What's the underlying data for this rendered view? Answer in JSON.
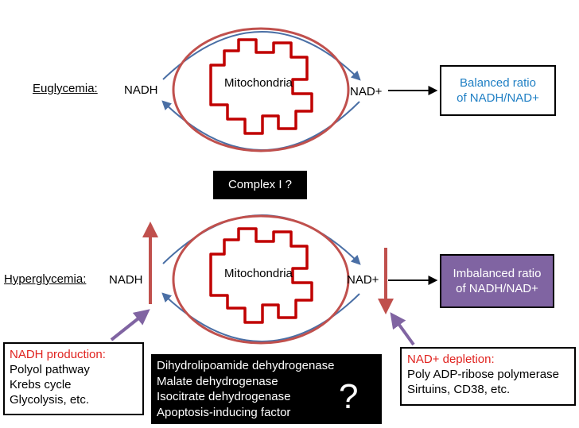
{
  "euglycemia": {
    "condition_label": "Euglycemia:",
    "nadh_label": "NADH",
    "nad_label": "NAD+",
    "mito_label": "Mitochondria",
    "result_line1": "Balanced ratio",
    "result_line2": "of NADH/NAD+"
  },
  "hyperglycemia": {
    "condition_label": "Hyperglycemia:",
    "nadh_label": "NADH",
    "nad_label": "NAD+",
    "mito_label": "Mitochondria",
    "complex_label": "Complex I ?",
    "result_line1": "Imbalanced ratio",
    "result_line2": "of NADH/NAD+",
    "nadh_production": {
      "title": "NADH production:",
      "items": [
        "Polyol pathway",
        "Krebs cycle",
        "Glycolysis, etc."
      ]
    },
    "nad_depletion": {
      "title": "NAD+ depletion:",
      "items": [
        "Poly ADP-ribose polymerase",
        "Sirtuins, CD38, etc."
      ]
    },
    "enzymes": {
      "items": [
        "Dihydrolipoamide dehydrogenase",
        "Malate dehydrogenase",
        "Isocitrate dehydrogenase",
        "Apoptosis-inducing factor"
      ],
      "question_mark": "?"
    }
  },
  "colors": {
    "arc_blue": "#4a6fa5",
    "mito_outer": "#c0504d",
    "mito_inner": "#c00000",
    "result_purple": "#8064a2",
    "text_red": "#e0231f",
    "text_blue": "#1f7fc4",
    "up_arrow_red": "#c0504d",
    "pointer_purple": "#8064a2"
  }
}
